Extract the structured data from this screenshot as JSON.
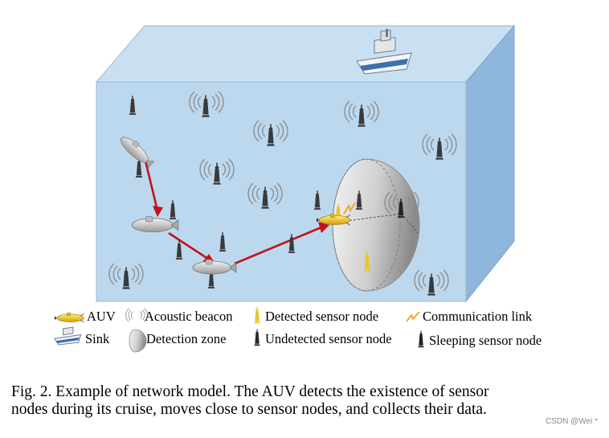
{
  "legend": {
    "auv": "AUV",
    "acoustic_beacon": "Acoustic beacon",
    "detected_node": "Detected sensor node",
    "communication_link": "Communication link",
    "sink": "Sink",
    "detection_zone": "Detection  zone",
    "undetected_node": "Undetected sensor node",
    "sleeping_node": "Sleeping sensor node"
  },
  "caption": {
    "line1": "Fig. 2.   Example of network model. The AUV detects the existence of sensor",
    "line2": "nodes during its cruise, moves close to sensor nodes, and collects their data."
  },
  "watermark": "CSDN @Wei *",
  "colors": {
    "water_front": "#bcd8ee",
    "water_top": "#c9e0f3",
    "water_side": "#8fb7dc",
    "path": "#c0121c",
    "auv": "#f0c81e",
    "detected_node": "#f2d13a",
    "undetected_node": "#3a3a3a"
  }
}
